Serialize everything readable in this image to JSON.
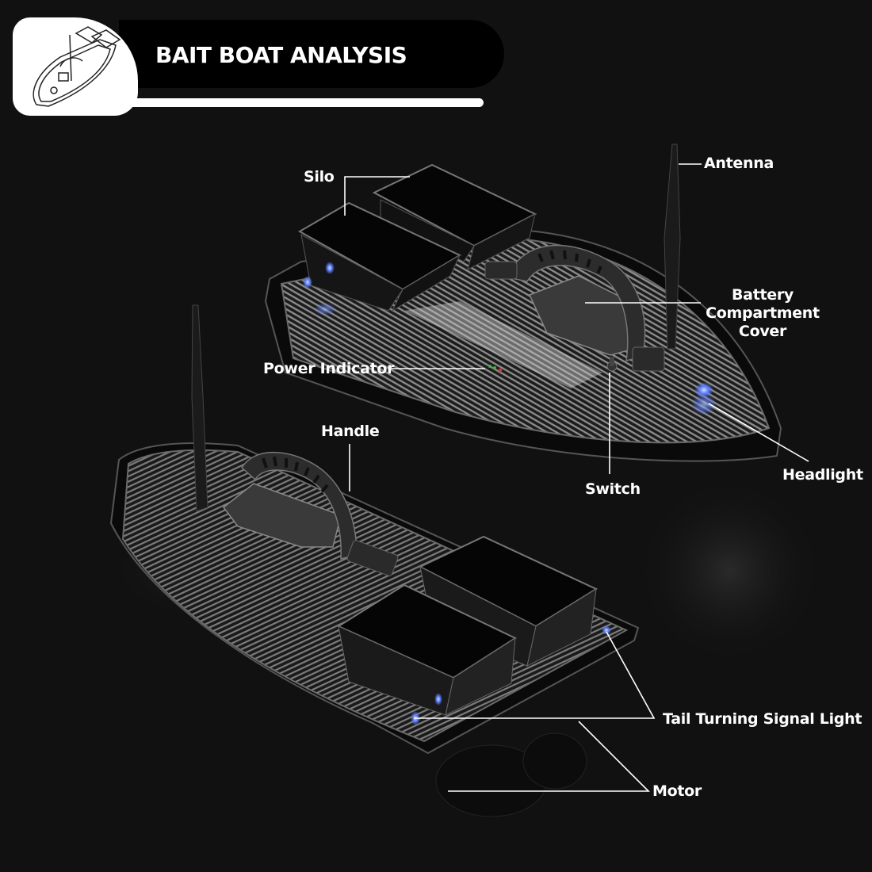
{
  "header": {
    "title": "BAIT BOAT ANALYSIS",
    "badge_icon": "boat-line-drawing-icon"
  },
  "callouts": {
    "silo": "Silo",
    "antenna": "Antenna",
    "battery_cover": {
      "line1": "Battery",
      "line2": "Compartment",
      "line3": "Cover"
    },
    "power_indicator": "Power Indicator",
    "handle": "Handle",
    "switch": "Switch",
    "headlight": "Headlight",
    "tail_signal_light": "Tail Turning Signal Light",
    "motor": "Motor"
  },
  "colors": {
    "background": "#111111",
    "header_bar": "#000000",
    "text": "#ffffff",
    "led_blue": "#6f8fff",
    "indicator_red": "#e0302a",
    "indicator_green": "#3fae4a"
  }
}
